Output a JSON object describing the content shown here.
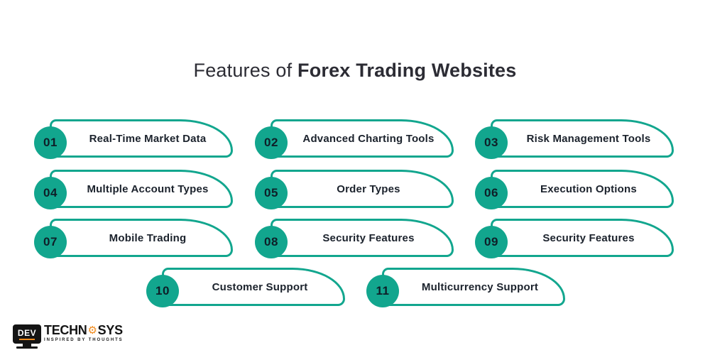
{
  "title": {
    "regular": "Features of ",
    "bold": "Forex Trading Websites"
  },
  "features": [
    {
      "number": "01",
      "label": "Real-Time Market Data"
    },
    {
      "number": "02",
      "label": "Advanced Charting Tools"
    },
    {
      "number": "03",
      "label": "Risk Management Tools"
    },
    {
      "number": "04",
      "label": "Multiple Account Types"
    },
    {
      "number": "05",
      "label": "Order Types"
    },
    {
      "number": "06",
      "label": "Execution Options"
    },
    {
      "number": "07",
      "label": "Mobile Trading"
    },
    {
      "number": "08",
      "label": "Security Features"
    },
    {
      "number": "09",
      "label": "Security Features"
    },
    {
      "number": "10",
      "label": "Customer Support"
    },
    {
      "number": "11",
      "label": "Multicurrency Support"
    }
  ],
  "logo": {
    "monitor_text": "DEV",
    "brand_left": "TECHN",
    "gear_glyph": "⚙",
    "brand_right": "SYS",
    "tagline": "INSPIRED BY THOUGHTS"
  },
  "icons": {
    "gear": "gear-icon",
    "monitor": "monitor-icon"
  },
  "colors": {
    "accent_teal": "#12a68e",
    "title_text": "#2c2c34",
    "label_text": "#1b222c",
    "number_text": "#0e1f28",
    "logo_black": "#141414",
    "logo_orange": "#f08b1d",
    "background": "#ffffff"
  }
}
